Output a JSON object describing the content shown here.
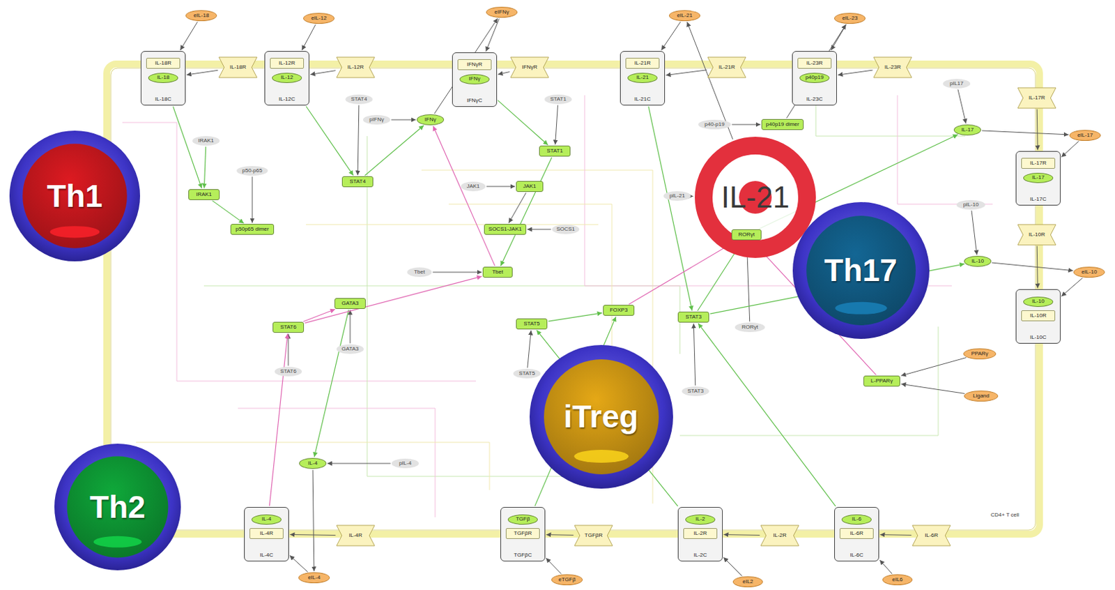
{
  "diagram": {
    "nodes": [
      {
        "text": [
          "eIL-18"
        ]
      },
      {
        "text": [
          "IL-18C"
        ]
      },
      {
        "text": [
          "IL-18R"
        ],
        "in": 1
      },
      {
        "text": [
          "IL-18"
        ],
        "in": 1
      },
      {
        "text": [
          "IL-18R"
        ]
      },
      {
        "text": [
          "eIL-12"
        ]
      },
      {
        "text": [
          "IL-12C"
        ]
      },
      {
        "text": [
          "IL-12R"
        ],
        "in": 6
      },
      {
        "text": [
          "IL-12"
        ],
        "in": 6
      },
      {
        "text": [
          "IL-12R"
        ]
      },
      {
        "text": [
          "eIFNγ"
        ]
      },
      {
        "text": [
          "IFNγC"
        ]
      },
      {
        "text": [
          "IFNγR"
        ],
        "in": 11
      },
      {
        "text": [
          "IFNγ"
        ],
        "in": 11
      },
      {
        "text": [
          "IFNγR"
        ]
      },
      {
        "text": [
          "eIL-21"
        ]
      },
      {
        "text": [
          "IL-21C"
        ]
      },
      {
        "text": [
          "IL-21R"
        ],
        "in": 16
      },
      {
        "text": [
          "IL-21"
        ],
        "in": 16
      },
      {
        "text": [
          "IL-21R"
        ]
      },
      {
        "text": [
          "eIL-23"
        ]
      },
      {
        "text": [
          "IL-23C"
        ]
      },
      {
        "text": [
          "IL-23R"
        ],
        "in": 21
      },
      {
        "text": [
          "p40p19"
        ],
        "in": 21
      },
      {
        "text": [
          "IL-23R"
        ]
      },
      {
        "text": [
          "STAT4"
        ]
      },
      {
        "text": [
          "STAT1"
        ]
      },
      {
        "text": [
          "pIL17"
        ]
      },
      {
        "text": [
          "IL-17R"
        ]
      },
      {
        "text": [
          "pIFNγ"
        ]
      },
      {
        "text": [
          "IFNγ"
        ]
      },
      {
        "text": [
          "p40-p19"
        ]
      },
      {
        "text": [
          "p40p19 dimer"
        ]
      },
      {
        "text": [
          "IL-17"
        ]
      },
      {
        "text": [
          "eIL-17"
        ]
      },
      {
        "text": [
          "IRAK1"
        ]
      },
      {
        "text": [
          "STAT1"
        ]
      },
      {
        "text": [
          "p50-p65"
        ]
      },
      {
        "text": [
          "Th1"
        ]
      },
      {
        "text": [
          "STAT4"
        ]
      },
      {
        "text": [
          "JAK1"
        ]
      },
      {
        "text": [
          "JAK1"
        ]
      },
      {
        "text": [
          "IRAK1"
        ]
      },
      {
        "text": [
          "IL-17C"
        ]
      },
      {
        "text": [
          "IL-17R"
        ],
        "in": 43
      },
      {
        "text": [
          "IL-17"
        ],
        "in": 43
      },
      {
        "text": [
          "pIL-21"
        ]
      },
      {
        "text": [
          "IL-21"
        ]
      },
      {
        "text": [
          "pIL-10"
        ]
      },
      {
        "text": [
          "p50p65 dimer"
        ]
      },
      {
        "text": [
          "SOCS1-JAK1"
        ]
      },
      {
        "text": [
          "SOCS1"
        ]
      },
      {
        "text": [
          "RORγt"
        ]
      },
      {
        "text": [
          "IL-10R"
        ]
      },
      {
        "text": [
          "IL-10"
        ]
      },
      {
        "text": [
          "Th17"
        ]
      },
      {
        "text": [
          "eIL-10"
        ]
      },
      {
        "text": [
          "Tbet"
        ]
      },
      {
        "text": [
          "Tbet"
        ]
      },
      {
        "text": [
          "GATA3"
        ]
      },
      {
        "text": [
          "FOXP3"
        ]
      },
      {
        "text": [
          "STAT3"
        ]
      },
      {
        "text": [
          "STAT6"
        ]
      },
      {
        "text": [
          "IL-10C"
        ]
      },
      {
        "text": [
          "IL-10"
        ],
        "in": 63
      },
      {
        "text": [
          "IL-10R"
        ],
        "in": 63
      },
      {
        "text": [
          "STAT5"
        ]
      },
      {
        "text": [
          "RORγt"
        ]
      },
      {
        "text": [
          "GATA3"
        ]
      },
      {
        "text": [
          "PPARγ"
        ]
      },
      {
        "text": [
          "STAT6"
        ]
      },
      {
        "text": [
          "STAT5"
        ]
      },
      {
        "text": [
          "L-PPARγ"
        ]
      },
      {
        "text": [
          "STAT3"
        ]
      },
      {
        "text": [
          "Ligand"
        ]
      },
      {
        "text": [
          "iTreg"
        ]
      },
      {
        "text": [
          "IL-4"
        ]
      },
      {
        "text": [
          "pIL-4"
        ]
      },
      {
        "text": [
          "Th2"
        ]
      },
      {
        "text": [
          "IL-4C"
        ]
      },
      {
        "text": [
          "IL-4"
        ],
        "in": 79
      },
      {
        "text": [
          "IL-4R"
        ],
        "in": 79
      },
      {
        "text": [
          "IL-4R"
        ]
      },
      {
        "text": [
          "TGFβC"
        ]
      },
      {
        "text": [
          "TGFβ"
        ],
        "in": 83
      },
      {
        "text": [
          "TGFβR"
        ],
        "in": 83
      },
      {
        "text": [
          "TGFβR"
        ]
      },
      {
        "text": [
          "IL-2C"
        ]
      },
      {
        "text": [
          "IL-2"
        ],
        "in": 87
      },
      {
        "text": [
          "IL-2R"
        ],
        "in": 87
      },
      {
        "text": [
          "IL-2R"
        ]
      },
      {
        "text": [
          "IL-6C"
        ]
      },
      {
        "text": [
          "IL-6"
        ],
        "in": 91
      },
      {
        "text": [
          "IL-6R"
        ],
        "in": 91
      },
      {
        "text": [
          "IL-6R"
        ]
      },
      {
        "text": [
          "eIL-4"
        ]
      },
      {
        "text": [
          "eTGFβ"
        ]
      },
      {
        "text": [
          "eIL2"
        ]
      },
      {
        "text": [
          "eIL6"
        ]
      }
    ],
    "edges": [
      {
        "from": 0,
        "to": 1,
        "arrow": "to"
      },
      {
        "from": 4,
        "to": 1,
        "arrow": "to"
      },
      {
        "from": 5,
        "to": 6,
        "arrow": "to"
      },
      {
        "from": 9,
        "to": 6,
        "arrow": "to"
      },
      {
        "from": 10,
        "to": 11,
        "arrow": "to"
      },
      {
        "from": 14,
        "to": 11,
        "arrow": "to"
      },
      {
        "from": 15,
        "to": 16,
        "arrow": "to"
      },
      {
        "from": 19,
        "to": 16,
        "arrow": "to"
      },
      {
        "from": 20,
        "to": 21,
        "arrow": "to"
      },
      {
        "from": 24,
        "to": 21,
        "arrow": "to"
      },
      {
        "from": 35,
        "to": 42,
        "arrow": "to"
      },
      {
        "from": 1,
        "to": 42,
        "arrow": "to"
      },
      {
        "from": 37,
        "to": 49,
        "arrow": "to"
      },
      {
        "from": 42,
        "to": 49,
        "arrow": "to"
      },
      {
        "from": 25,
        "to": 39,
        "arrow": "to"
      },
      {
        "from": 6,
        "to": 39,
        "arrow": "to"
      },
      {
        "from": 29,
        "to": 30,
        "arrow": "to"
      },
      {
        "from": 39,
        "to": 30,
        "arrow": "to"
      },
      {
        "from": 30,
        "to": 10,
        "arrow": "to"
      },
      {
        "from": 26,
        "to": 36,
        "arrow": "to"
      },
      {
        "from": 11,
        "to": 36,
        "arrow": "to"
      },
      {
        "from": 40,
        "to": 41,
        "arrow": "to"
      },
      {
        "from": 41,
        "to": 50,
        "arrow": "to"
      },
      {
        "from": 51,
        "to": 50,
        "arrow": "to"
      },
      {
        "from": 57,
        "to": 58,
        "arrow": "to"
      },
      {
        "from": 36,
        "to": 58,
        "arrow": "to"
      },
      {
        "from": 58,
        "to": 30,
        "arrow": "to"
      },
      {
        "from": 16,
        "to": 61,
        "arrow": "to"
      },
      {
        "from": 73,
        "to": 61,
        "arrow": "to"
      },
      {
        "from": 67,
        "to": 52,
        "arrow": "to"
      },
      {
        "from": 61,
        "to": 52,
        "arrow": "to"
      },
      {
        "from": 31,
        "to": 32,
        "arrow": "to"
      },
      {
        "from": 32,
        "to": 20,
        "arrow": "to"
      },
      {
        "from": 46,
        "to": 47,
        "arrow": "to"
      },
      {
        "from": 47,
        "to": 15,
        "arrow": "to"
      },
      {
        "from": 27,
        "to": 33,
        "arrow": "to"
      },
      {
        "from": 33,
        "to": 34,
        "arrow": "to"
      },
      {
        "from": 28,
        "to": 43,
        "arrow": "to"
      },
      {
        "from": 34,
        "to": 43,
        "arrow": "to"
      },
      {
        "from": 48,
        "to": 54,
        "arrow": "to"
      },
      {
        "from": 54,
        "to": 56,
        "arrow": "to"
      },
      {
        "from": 53,
        "to": 63,
        "arrow": "to"
      },
      {
        "from": 56,
        "to": 63,
        "arrow": "to"
      },
      {
        "from": 70,
        "to": 62,
        "arrow": "to"
      },
      {
        "from": 79,
        "to": 62,
        "arrow": "to"
      },
      {
        "from": 62,
        "to": 59,
        "arrow": "to"
      },
      {
        "from": 68,
        "to": 59,
        "arrow": "to"
      },
      {
        "from": 77,
        "to": 76,
        "arrow": "to"
      },
      {
        "from": 76,
        "to": 95,
        "arrow": "to"
      },
      {
        "from": 59,
        "to": 76,
        "arrow": "to"
      },
      {
        "from": 71,
        "to": 66,
        "arrow": "to"
      },
      {
        "from": 87,
        "to": 66,
        "arrow": "to"
      },
      {
        "from": 66,
        "to": 60,
        "arrow": "to"
      },
      {
        "from": 83,
        "to": 60,
        "arrow": "to"
      },
      {
        "from": 91,
        "to": 61,
        "arrow": "to"
      },
      {
        "from": 74,
        "to": 72,
        "arrow": "to"
      },
      {
        "from": 69,
        "to": 72,
        "arrow": "to"
      },
      {
        "from": 72,
        "to": 52,
        "arrow": "to"
      },
      {
        "from": 60,
        "to": 52,
        "arrow": "to"
      },
      {
        "from": 62,
        "to": 58,
        "arrow": "to"
      },
      {
        "from": 95,
        "to": 79,
        "arrow": "to"
      },
      {
        "from": 82,
        "to": 79,
        "arrow": "to"
      },
      {
        "from": 96,
        "to": 83,
        "arrow": "to"
      },
      {
        "from": 86,
        "to": 83,
        "arrow": "to"
      },
      {
        "from": 97,
        "to": 87,
        "arrow": "to"
      },
      {
        "from": 90,
        "to": 87,
        "arrow": "to"
      },
      {
        "from": 98,
        "to": 91,
        "arrow": "to"
      },
      {
        "from": 94,
        "to": 91,
        "arrow": "to"
      },
      {
        "from": 52,
        "to": 33,
        "arrow": "to"
      },
      {
        "from": 61,
        "to": 54,
        "arrow": "to"
      }
    ],
    "labels": [
      "CD4+ T cell"
    ]
  }
}
